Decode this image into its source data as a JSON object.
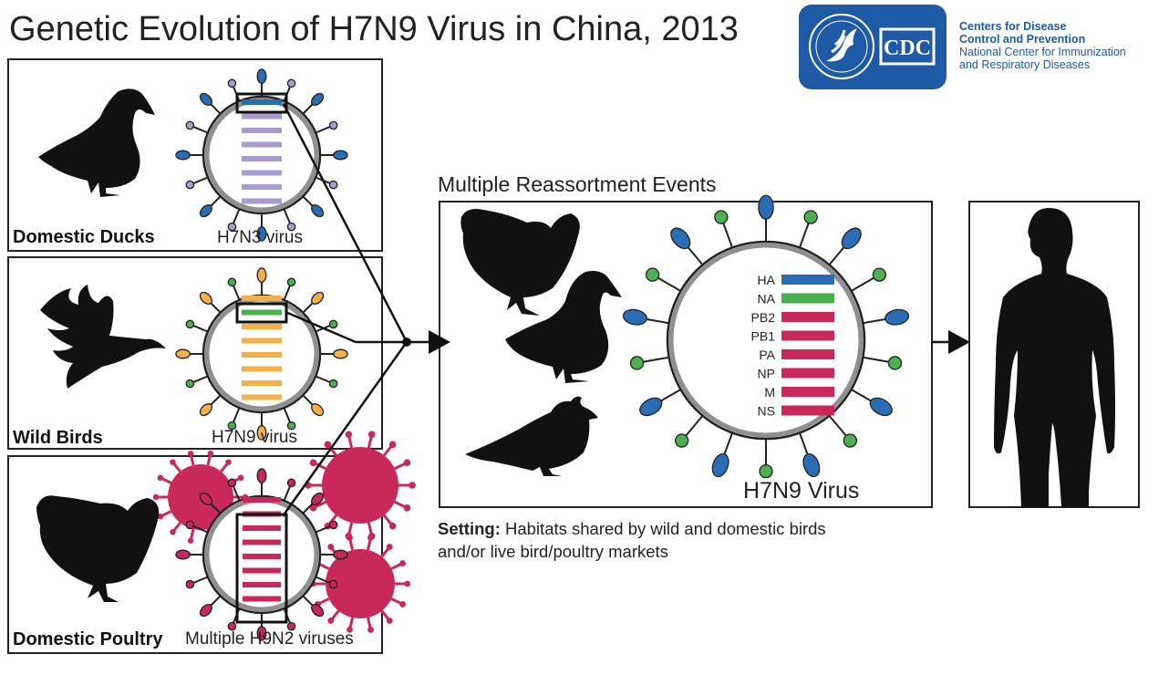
{
  "title": "Genetic Evolution of H7N9 Virus in China, 2013",
  "logo": {
    "badge_text": "CDC",
    "org_line1": "Centers for Disease",
    "org_line2": "Control and Prevention",
    "org_line3": "National Center for Immunization",
    "org_line4": "and Respiratory Diseases",
    "color": "#1f5aa6"
  },
  "sources": [
    {
      "host": "Domestic Ducks",
      "virus": "H7N3 virus"
    },
    {
      "host": "Wild Birds",
      "virus": "H7N9 virus"
    },
    {
      "host": "Domestic Poultry",
      "virus": "Multiple H9N2 viruses"
    }
  ],
  "reassortment": {
    "title": "Multiple Reassortment Events",
    "virus_label": "H7N9 Virus",
    "genes": [
      "HA",
      "NA",
      "PB2",
      "PB1",
      "PA",
      "NP",
      "M",
      "NS"
    ]
  },
  "setting": {
    "label": "Setting:",
    "text_line1": "Habitats shared by wild and domestic birds",
    "text_line2": "and/or live bird/poultry markets"
  },
  "colors": {
    "blue": "#2a6db5",
    "green": "#4caf50",
    "lavender": "#a99ad0",
    "orange": "#f3b04a",
    "crimson": "#c8285a",
    "outline": "#222222",
    "gray_ring": "#8f8f8f"
  }
}
